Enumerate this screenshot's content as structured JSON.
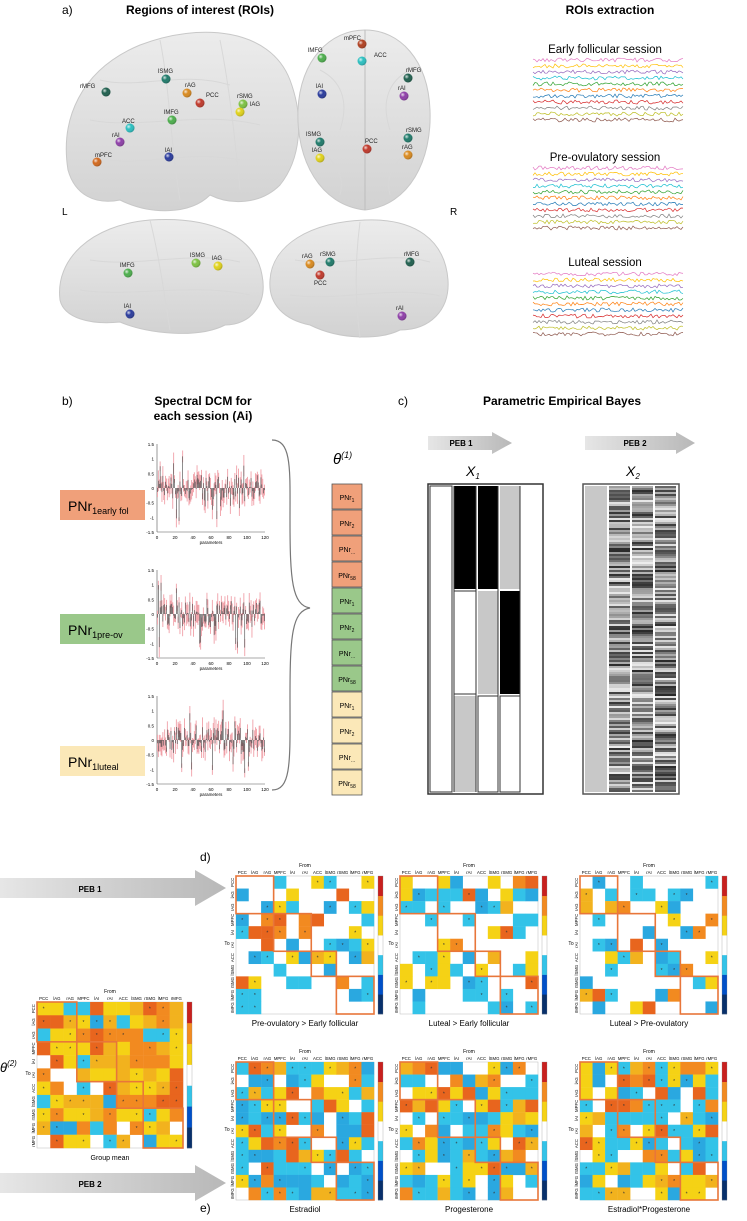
{
  "panel_a": {
    "label": "a)",
    "title": "Regions of interest (ROIs)",
    "side_left": "L",
    "side_right": "R",
    "brain_top_left": {
      "rois": [
        {
          "name": "rMFG",
          "color": "#1f5f4e"
        },
        {
          "name": "lSMG",
          "color": "#1f7a6a"
        },
        {
          "name": "rAG",
          "color": "#d98a1f"
        },
        {
          "name": "PCC",
          "color": "#c0392b"
        },
        {
          "name": "rSMG",
          "color": "#7dc242"
        },
        {
          "name": "lAG",
          "color": "#e0d21a"
        },
        {
          "name": "lMFG",
          "color": "#4cae4c"
        },
        {
          "name": "ACC",
          "color": "#2bbfc0"
        },
        {
          "name": "rAI",
          "color": "#8e3fa8"
        },
        {
          "name": "mPFC",
          "color": "#d2691e"
        },
        {
          "name": "lAI",
          "color": "#2a3b9c"
        }
      ]
    },
    "brain_top_right": {
      "rois": [
        {
          "name": "mPFC",
          "color": "#b04020"
        },
        {
          "name": "ACC",
          "color": "#2bbfc0"
        },
        {
          "name": "lMFG",
          "color": "#4cae4c"
        },
        {
          "name": "rMFG",
          "color": "#1f5f4e"
        },
        {
          "name": "lAI",
          "color": "#2a3b9c"
        },
        {
          "name": "rAI",
          "color": "#8e3fa8"
        },
        {
          "name": "lSMG",
          "color": "#1f7a6a"
        },
        {
          "name": "PCC",
          "color": "#c0392b"
        },
        {
          "name": "rSMG",
          "color": "#1f7a6a"
        },
        {
          "name": "lAG",
          "color": "#e0d21a"
        },
        {
          "name": "rAG",
          "color": "#d98a1f"
        }
      ]
    },
    "brain_bottom_left": {
      "rois": [
        {
          "name": "lMFG",
          "color": "#4cae4c"
        },
        {
          "name": "lSMG",
          "color": "#7dc242"
        },
        {
          "name": "lAG",
          "color": "#e0d21a"
        },
        {
          "name": "lAI",
          "color": "#2a3b9c"
        }
      ]
    },
    "brain_bottom_right": {
      "rois": [
        {
          "name": "rSMG",
          "color": "#1f7a6a"
        },
        {
          "name": "rAG",
          "color": "#d98a1f"
        },
        {
          "name": "PCC",
          "color": "#c0392b"
        },
        {
          "name": "rMFG",
          "color": "#1f5f4e"
        },
        {
          "name": "rAI",
          "color": "#8e3fa8"
        }
      ]
    },
    "extraction": {
      "title": "ROIs extraction",
      "sessions": [
        "Early  follicular session",
        "Pre-ovulatory session",
        "Luteal session"
      ],
      "trace_colors": [
        "#e377c2",
        "#ffbf00",
        "#9467bd",
        "#17becf",
        "#2ca02c",
        "#ff7f0e",
        "#1f77b4",
        "#d62728",
        "#7f7f7f",
        "#bcbd22",
        "#8c564b"
      ]
    }
  },
  "panel_b": {
    "label": "b)",
    "title_line1": "Spectral DCM for",
    "title_line2": "each session (Ai)",
    "sessions": [
      {
        "prefix": "PNr",
        "sub": "1early fol",
        "color": "#f0a07a"
      },
      {
        "prefix": "PNr",
        "sub": "1pre-ov",
        "color": "#9ac88a"
      },
      {
        "prefix": "PNr",
        "sub": "1luteal",
        "color": "#fbe8b8"
      }
    ],
    "plot": {
      "y_ticks": [
        "1.5",
        "1",
        "0.5",
        "0",
        "-0.5",
        "-1",
        "-1.5"
      ],
      "x_ticks": [
        "0",
        "20",
        "40",
        "60",
        "80",
        "100",
        "120"
      ],
      "xlabel": "parameters",
      "bar_color": "#444444",
      "ci_color": "#f0a0a8"
    },
    "theta_label": "θ",
    "theta_sup": "(1)",
    "theta_blocks": [
      {
        "color": "#f0a07a",
        "items": [
          "PNr1",
          "PNr2",
          "PNr...",
          "PNr58"
        ]
      },
      {
        "color": "#9ac88a",
        "items": [
          "PNr1",
          "PNr2",
          "PNr...",
          "PNr58"
        ]
      },
      {
        "color": "#fbe8b8",
        "items": [
          "PNr1",
          "PNr2",
          "PNr...",
          "PNr58"
        ]
      }
    ]
  },
  "panel_c": {
    "label": "c)",
    "title": "Parametric Empirical Bayes",
    "peb1": "PEB 1",
    "peb2": "PEB 2",
    "x1": "X",
    "x1_sub": "1",
    "x2": "X",
    "x2_sub": "2"
  },
  "panel_de": {
    "label_d": "d)",
    "label_e": "e)",
    "peb1": "PEB 1",
    "peb2": "PEB 2",
    "theta_label": "θ",
    "theta_sup": "(2)",
    "from_label": "From",
    "to_label": "To",
    "regions": [
      "PCC",
      "lAG",
      "rAG",
      "MPFC",
      "lAI",
      "rAI",
      "ACC",
      "lSMG",
      "rSMG",
      "lMFG",
      "rMFG"
    ],
    "colorbar": [
      "#08306b",
      "#0050c8",
      "#33c3e8",
      "#ffffff",
      "#f5d215",
      "#f28a20",
      "#c8201e"
    ],
    "matrices": [
      {
        "title": "Group mean",
        "seed": 7,
        "fill": 0.9,
        "warm": 0.8
      },
      {
        "title": "Pre-ovulatory > Early follicular",
        "seed": 11,
        "fill": 0.45,
        "warm": 0.45
      },
      {
        "title": "Luteal > Early follicular",
        "seed": 23,
        "fill": 0.45,
        "warm": 0.45
      },
      {
        "title": "Luteal > Pre-ovulatory",
        "seed": 37,
        "fill": 0.35,
        "warm": 0.5
      },
      {
        "title": "Estradiol",
        "seed": 41,
        "fill": 0.85,
        "warm": 0.45
      },
      {
        "title": "Progesterone",
        "seed": 53,
        "fill": 0.85,
        "warm": 0.5
      },
      {
        "title": "Estradiol*Progesterone",
        "seed": 67,
        "fill": 0.85,
        "warm": 0.5
      }
    ]
  }
}
